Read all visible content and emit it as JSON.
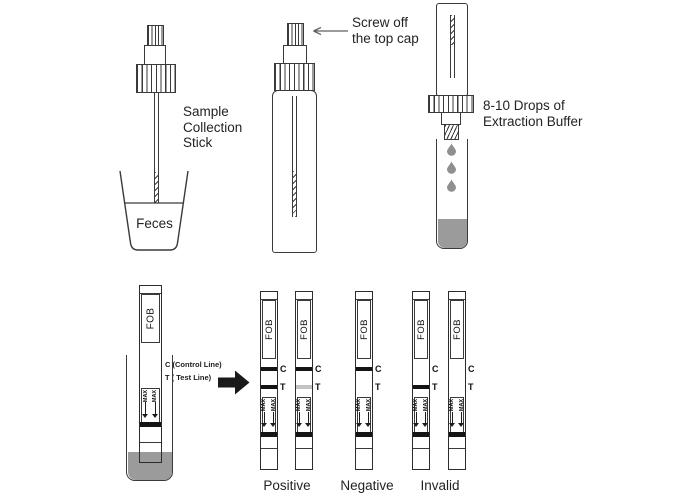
{
  "colors": {
    "line": "#3a3a3a",
    "band_black": "#141414",
    "band_gray": "#c3c3c3",
    "liquid_gray": "#9b9b9b",
    "drop_gray": "#8f8f8f",
    "arrow_black": "#1a1a1a",
    "thin_arrow": "#5f5f5f"
  },
  "top": {
    "sample_stick": {
      "lines": [
        "Sample",
        "Collection",
        "Stick"
      ]
    },
    "cup_label": "Feces",
    "screw_cap": {
      "lines": [
        "Screw off",
        "the top cap"
      ]
    },
    "buffer": {
      "lines": [
        "8-10 Drops of",
        "Extraction Buffer"
      ]
    }
  },
  "device": {
    "brand": "FOB",
    "max_label": "MAX",
    "control_line_label": "C (Control Line)",
    "test_line_label": "T ( Test Line)"
  },
  "results": {
    "strips": [
      {
        "brand": "FOB",
        "max_label": "MAX",
        "c_label": "C",
        "t_label": "T",
        "c_line": "black",
        "t_line": "black"
      },
      {
        "brand": "FOB",
        "max_label": "MAX",
        "c_label": "C",
        "t_label": "T",
        "c_line": "black",
        "t_line": "gray"
      },
      {
        "brand": "FOB",
        "max_label": "MAX",
        "c_label": "C",
        "t_label": "T",
        "c_line": "black",
        "t_line": "none"
      },
      {
        "brand": "FOB",
        "max_label": "MAX",
        "c_label": "C",
        "t_label": "T",
        "c_line": "none",
        "t_line": "black"
      },
      {
        "brand": "FOB",
        "max_label": "MAX",
        "c_label": "C",
        "t_label": "T",
        "c_line": "none",
        "t_line": "none"
      }
    ],
    "group_labels": [
      "Positive",
      "Negative",
      "Invalid"
    ]
  }
}
